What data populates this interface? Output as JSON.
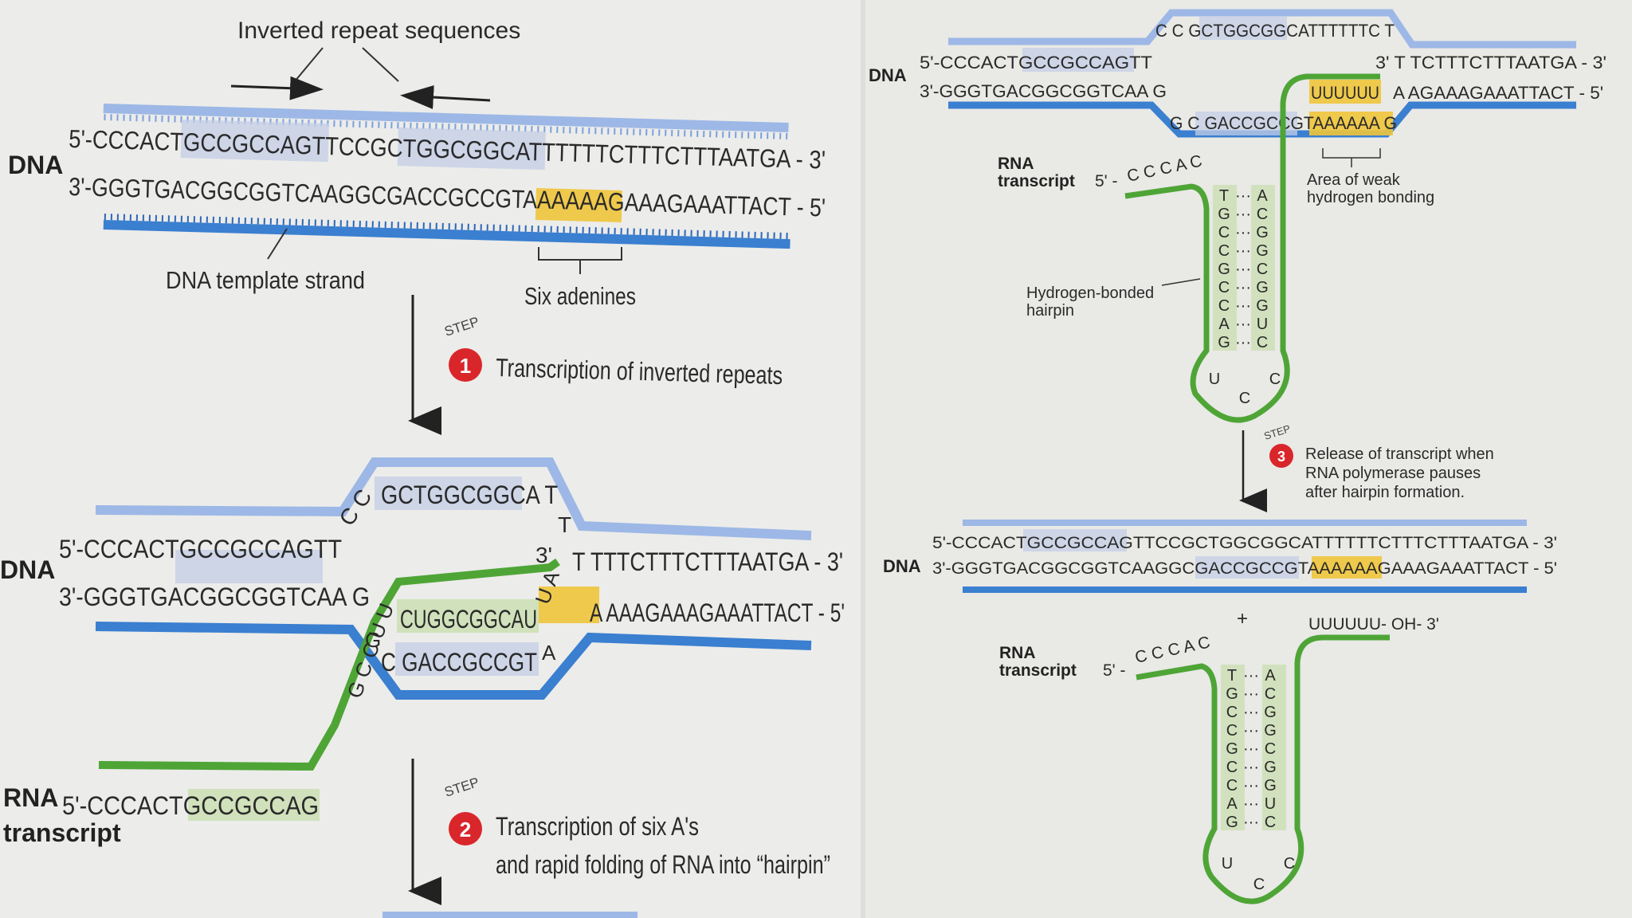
{
  "left": {
    "inverted_repeat_label": "Inverted repeat sequences",
    "dna_label": "DNA",
    "top_strand": "5'-CCCACTGCCGCCAGTTCCGCTGGCGGCATTTTTTCTTTCTTTAATGA - 3'",
    "bottom_strand": "3'-GGGTGACGGCGGTCAAGGCGACCGCCGTAAAAAAGAAAGAAATTACT - 5'",
    "template_label": "DNA template strand",
    "six_adenines_label": "Six adenines",
    "step1": {
      "badge": "1",
      "step_word": "STEP",
      "text": "Transcription of inverted repeats"
    },
    "bubble": {
      "dna_label": "DNA",
      "top_left": "5'-CCCACTGCCGCCAGTT",
      "cc": "C C",
      "loop_top": "GCTGGCGGCA T",
      "t_right": "T",
      "three_prime": "3'",
      "top_right": "T TTTCTTTCTTTAATGA - 3'",
      "bottom_left": "3'-GGGTGACGGCGGTCAA G",
      "rna_mid": "CUGGCGGCAU",
      "ua": "U A",
      "bottom_right": "A AAAGAAAGAAATTACT - 5'",
      "loop_bottom": "C GACCGCCGT",
      "a_letter": "A",
      "g_letter": "G",
      "rna_rise": "G C C U U"
    },
    "rna_label_1": "RNA",
    "rna_label_2": "transcript",
    "rna_strand": "5'-CCCACTGCCGCCAG",
    "step2": {
      "badge": "2",
      "step_word": "STEP",
      "text_line1": "Transcription of six A's",
      "text_line2": "and rapid folding of RNA into “hairpin”"
    }
  },
  "right": {
    "dna_label": "DNA",
    "top_bubble": "C C GCTGGCGGCATTTTTTC T",
    "top_strand_left": "5'-CCCACTGCCGCCAGTT",
    "top_strand_right": "3'  T TCTTTCTTTAATGA - 3'",
    "bottom_strand_left": "3'-GGGTGACGGCGGTCAA G",
    "uuuuuu": "UUUUUU",
    "bottom_strand_right": "A AGAAAGAAATTACT - 5'",
    "bubble_bottom": "G C GACCGCCGTAAAAAA G",
    "weak_bonding_1": "Area of weak",
    "weak_bonding_2": "hydrogen bonding",
    "rna_label_1": "RNA",
    "rna_label_2": "transcript",
    "rna_5prime": "5' -",
    "rna_cccac": "C C C A C",
    "hairpin_label_1": "Hydrogen-bonded",
    "hairpin_label_2": "hairpin",
    "stem_left": [
      "T",
      "G",
      "C",
      "C",
      "G",
      "C",
      "C",
      "A",
      "G"
    ],
    "stem_right": [
      "A",
      "C",
      "G",
      "G",
      "C",
      "G",
      "G",
      "U",
      "C"
    ],
    "bond": "···",
    "loop_letters": [
      "U",
      "C",
      "C"
    ],
    "step3": {
      "badge": "3",
      "step_word": "STEP",
      "line1": "Release of transcript when",
      "line2": "RNA polymerase pauses",
      "line3": "after hairpin formation."
    },
    "final_top": "5'-CCCACTGCCGCCAGTTCCGCTGGCGGCATTTTTTCTTTCTTTAATGA - 3'",
    "final_bottom": "3'-GGGTGACGGCGGTCAAGGCGACCGCCGTAAAAAAGAAAGAAATTACT - 5'",
    "plus": "+",
    "released_tail": "UUUUUU- OH- 3'",
    "rna_label_b1": "RNA",
    "rna_label_b2": "transcript",
    "rna_5prime_b": "5' -",
    "rna_cccac_b": "C C C A C",
    "stem_left_b": [
      "T",
      "G",
      "C",
      "C",
      "G",
      "C",
      "C",
      "A",
      "G"
    ],
    "stem_right_b": [
      "A",
      "C",
      "G",
      "G",
      "C",
      "G",
      "G",
      "U",
      "C"
    ],
    "loop_letters_b": [
      "U",
      "C",
      "C"
    ]
  },
  "colors": {
    "dna_blue": "#3a7fd0",
    "dna_light": "#9db8e6",
    "rna_green": "#4ea536",
    "highlight_yellow": "#f0c53a",
    "highlight_blue": "#c3cde6",
    "highlight_green": "#cfe0b8",
    "step_red": "#d9262b"
  }
}
